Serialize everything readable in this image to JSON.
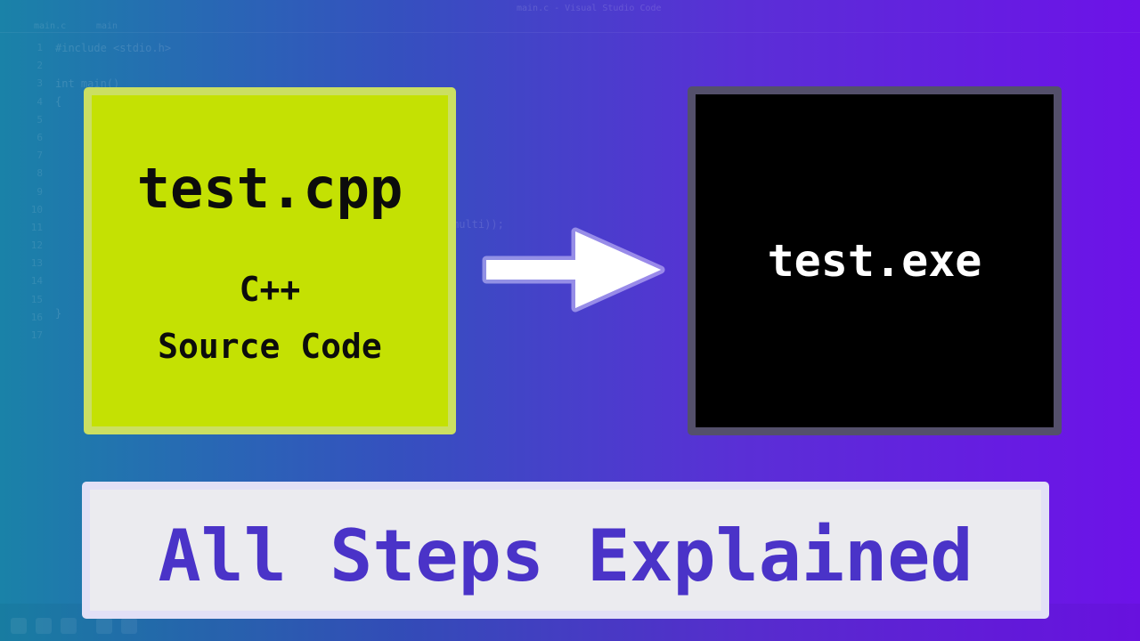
{
  "background": {
    "editor": {
      "window_title": "main.c - Visual Studio Code",
      "tabs": [
        "main.c",
        "main"
      ],
      "line_numbers": [
        "1",
        "2",
        "3",
        "4",
        "5",
        "6",
        "7",
        "8",
        "9",
        "10",
        "11",
        "12",
        "13",
        "14",
        "15",
        "16",
        "17"
      ],
      "code_fragments": [
        "#include <stdio.h>",
        "int main()",
        "{",
        "multi));",
        "}"
      ]
    }
  },
  "source": {
    "filename": "test.cpp",
    "language": "C++",
    "description": "Source Code",
    "color": "#c4e103"
  },
  "arrow": {
    "icon": "right-arrow-icon",
    "color": "#ffffff"
  },
  "executable": {
    "filename": "test.exe",
    "color": "#000000"
  },
  "banner": {
    "text": "All Steps Explained",
    "text_color": "#4a33c8"
  }
}
